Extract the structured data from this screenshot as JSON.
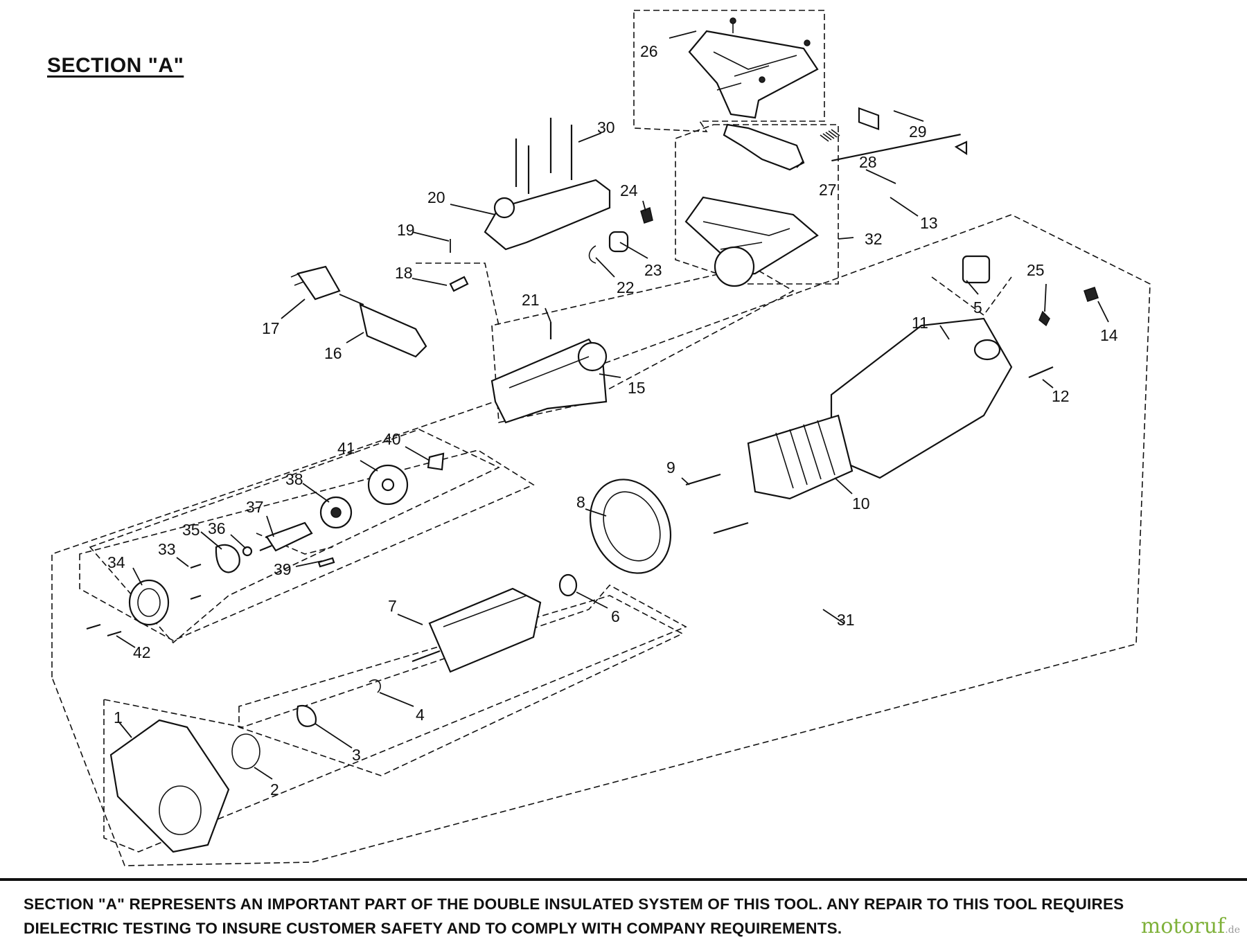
{
  "title": "SECTION \"A\"",
  "footer": {
    "note": "SECTION \"A\" REPRESENTS AN IMPORTANT PART OF THE DOUBLE INSULATED SYSTEM OF THIS TOOL. ANY REPAIR TO THIS TOOL REQUIRES DIELECTRIC TESTING TO INSURE CUSTOMER SAFETY AND TO COMPLY WITH COMPANY REQUIREMENTS."
  },
  "watermark": {
    "name": "motoruf",
    "tld": ".de",
    "color": "#7fb13a"
  },
  "colors": {
    "ink": "#111111",
    "background": "#ffffff"
  },
  "parts": [
    {
      "id": "1",
      "label": "1"
    },
    {
      "id": "2",
      "label": "2"
    },
    {
      "id": "3",
      "label": "3"
    },
    {
      "id": "4",
      "label": "4"
    },
    {
      "id": "5",
      "label": "5"
    },
    {
      "id": "6",
      "label": "6"
    },
    {
      "id": "7",
      "label": "7"
    },
    {
      "id": "8",
      "label": "8"
    },
    {
      "id": "9",
      "label": "9"
    },
    {
      "id": "10",
      "label": "10"
    },
    {
      "id": "11",
      "label": "11"
    },
    {
      "id": "12",
      "label": "12"
    },
    {
      "id": "13",
      "label": "13"
    },
    {
      "id": "14",
      "label": "14"
    },
    {
      "id": "15",
      "label": "15"
    },
    {
      "id": "16",
      "label": "16"
    },
    {
      "id": "17",
      "label": "17"
    },
    {
      "id": "18",
      "label": "18"
    },
    {
      "id": "19",
      "label": "19"
    },
    {
      "id": "20",
      "label": "20"
    },
    {
      "id": "21",
      "label": "21"
    },
    {
      "id": "22",
      "label": "22"
    },
    {
      "id": "23",
      "label": "23"
    },
    {
      "id": "24",
      "label": "24"
    },
    {
      "id": "25",
      "label": "25"
    },
    {
      "id": "26",
      "label": "26"
    },
    {
      "id": "27",
      "label": "27"
    },
    {
      "id": "28",
      "label": "28"
    },
    {
      "id": "29",
      "label": "29"
    },
    {
      "id": "30",
      "label": "30"
    },
    {
      "id": "31",
      "label": "31"
    },
    {
      "id": "32",
      "label": "32"
    },
    {
      "id": "33",
      "label": "33"
    },
    {
      "id": "34",
      "label": "34"
    },
    {
      "id": "35",
      "label": "35"
    },
    {
      "id": "36",
      "label": "36"
    },
    {
      "id": "37",
      "label": "37"
    },
    {
      "id": "38",
      "label": "38"
    },
    {
      "id": "39",
      "label": "39"
    },
    {
      "id": "40",
      "label": "40"
    },
    {
      "id": "41",
      "label": "41"
    },
    {
      "id": "42",
      "label": "42"
    }
  ]
}
